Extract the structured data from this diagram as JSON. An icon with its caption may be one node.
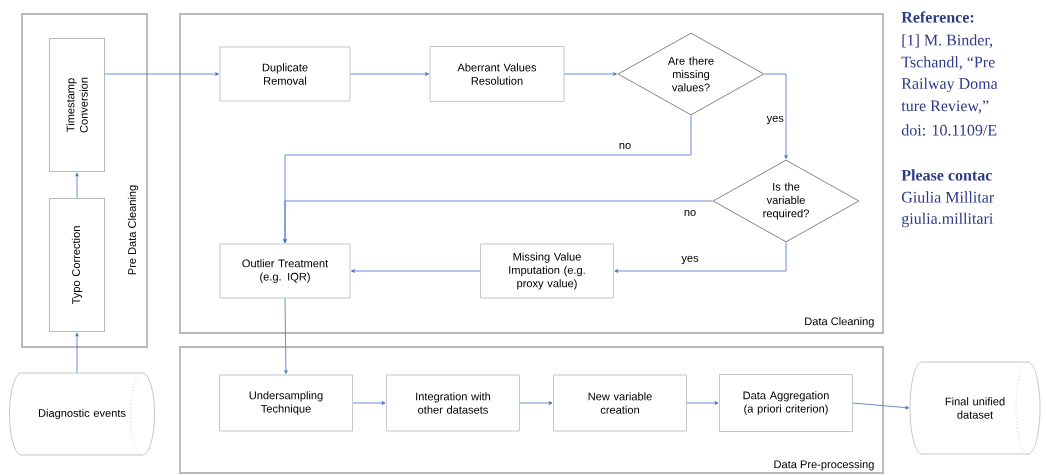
{
  "diagram": {
    "nodes": [
      {
        "text": [
          "Pre Data Cleaning"
        ]
      },
      {
        "text": [
          "Timestamp Conversion"
        ],
        "in": 0
      },
      {
        "text": [
          "Typo Correction"
        ],
        "in": 0
      },
      {
        "text": [
          "Data Cleaning"
        ]
      },
      {
        "text": [
          "Duplicate Removal"
        ],
        "in": 3
      },
      {
        "text": [
          "Aberrant Values Resolution"
        ],
        "in": 3
      },
      {
        "text": [
          "Are there missing values?"
        ],
        "in": 3
      },
      {
        "text": [
          "Is the variable required?"
        ],
        "in": 3
      },
      {
        "text": [
          "Outlier Treatment (e.g. IQR)"
        ],
        "in": 3
      },
      {
        "text": [
          "Missing Value Imputation (e.g. proxy value)"
        ],
        "in": 3
      },
      {
        "text": [
          "Data Pre-processing"
        ]
      },
      {
        "text": [
          "Undersampling Technique"
        ],
        "in": 10
      },
      {
        "text": [
          "Integration with other datasets"
        ],
        "in": 10
      },
      {
        "text": [
          "New variable creation"
        ],
        "in": 10
      },
      {
        "text": [
          "Data Aggregation (a priori criterion)"
        ],
        "in": 10
      },
      {
        "text": [
          "Diagnostic events"
        ]
      },
      {
        "text": [
          "Final unified dataset"
        ]
      }
    ],
    "edges": [
      {
        "from": 15,
        "to": 2,
        "arrow": "to"
      },
      {
        "from": 2,
        "to": 1,
        "arrow": "to"
      },
      {
        "from": 1,
        "to": 4,
        "arrow": "to"
      },
      {
        "from": 4,
        "to": 5,
        "arrow": "to"
      },
      {
        "from": 5,
        "to": 6,
        "arrow": "to"
      },
      {
        "from": 6,
        "to": 7,
        "arrow": "to",
        "label": "yes"
      },
      {
        "from": 6,
        "to": 8,
        "arrow": "to",
        "label": "no"
      },
      {
        "from": 7,
        "to": 8,
        "arrow": "to",
        "label": "no"
      },
      {
        "from": 7,
        "to": 9,
        "arrow": "to",
        "label": "yes"
      },
      {
        "from": 9,
        "to": 8,
        "arrow": "to"
      },
      {
        "from": 8,
        "to": 11,
        "arrow": "to"
      },
      {
        "from": 11,
        "to": 12,
        "arrow": "to"
      },
      {
        "from": 12,
        "to": 13,
        "arrow": "to"
      },
      {
        "from": 13,
        "to": 14,
        "arrow": "to"
      },
      {
        "from": 14,
        "to": 16,
        "arrow": "to"
      }
    ],
    "labels": [
      "Reference:",
      "[1] M. Binder,",
      "Tschandl, “Pre",
      "Railway Doma",
      "ture Review,”",
      "doi: 10.1109/E",
      "Please contac",
      "Giulia Millitar",
      "giulia.millitari"
    ]
  }
}
